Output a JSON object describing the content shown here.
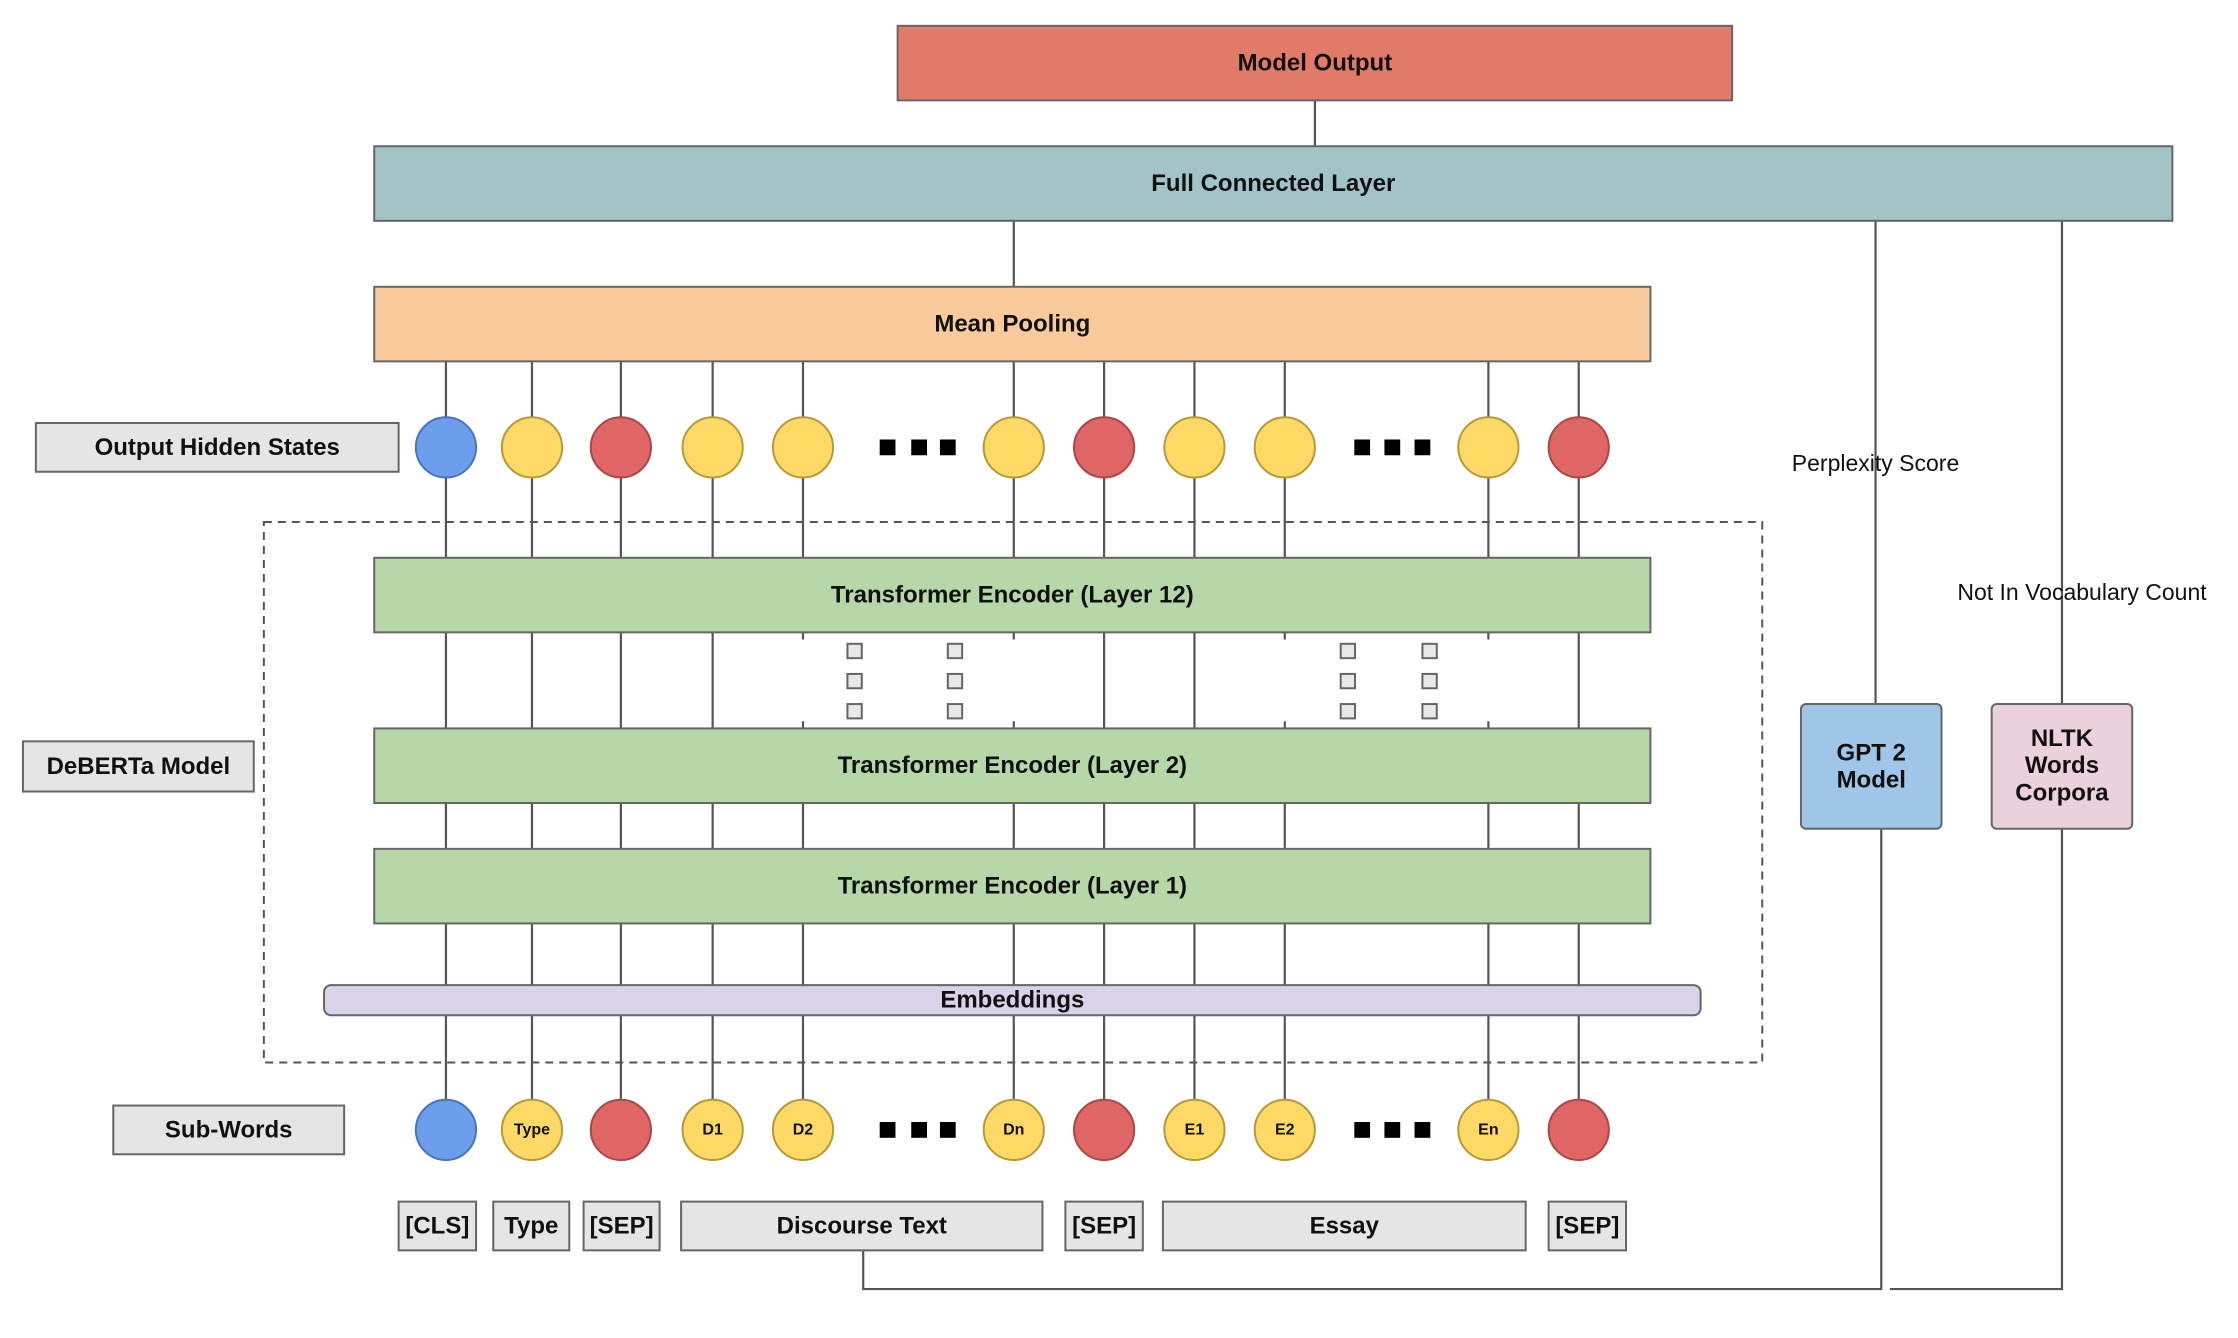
{
  "diagram": {
    "model_output": "Model Output",
    "fully_connected": "Full Connected Layer",
    "mean_pooling": "Mean Pooling",
    "output_hidden_states": "Output Hidden States",
    "deberta_model": "DeBERTa Model",
    "encoder_layer_12": "Transformer Encoder (Layer 12)",
    "encoder_layer_2": "Transformer Encoder (Layer 2)",
    "encoder_layer_1": "Transformer Encoder (Layer 1)",
    "embeddings": "Embeddings",
    "sub_words": "Sub-Words",
    "perplexity_score": "Perplexity Score",
    "not_in_vocab": "Not In Vocabulary Count",
    "gpt2_model": [
      "GPT 2",
      "Model"
    ],
    "nltk_corpora": [
      "NLTK",
      "Words",
      "Corpora"
    ]
  },
  "hidden_states": [
    "blue",
    "yellow",
    "red",
    "yellow",
    "yellow",
    "yellow",
    "red",
    "yellow",
    "yellow",
    "yellow",
    "red"
  ],
  "sub_words": [
    {
      "label": "",
      "color": "blue"
    },
    {
      "label": "Type",
      "color": "yellow"
    },
    {
      "label": "",
      "color": "red"
    },
    {
      "label": "D1",
      "color": "yellow"
    },
    {
      "label": "D2",
      "color": "yellow"
    },
    {
      "label": "Dn",
      "color": "yellow"
    },
    {
      "label": "",
      "color": "red"
    },
    {
      "label": "E1",
      "color": "yellow"
    },
    {
      "label": "E2",
      "color": "yellow"
    },
    {
      "label": "En",
      "color": "yellow"
    },
    {
      "label": "",
      "color": "red"
    }
  ],
  "segments": [
    "[CLS]",
    "Type",
    "[SEP]",
    "Discourse Text",
    "[SEP]",
    "Essay",
    "[SEP]"
  ],
  "colors": {
    "model_output": "#e07b6a",
    "fully_connected": "#a2c4c9",
    "mean_pooling": "#f9cb9c",
    "encoder": "#b6d7a8",
    "embeddings": "#d9d2e9",
    "label_box": "#e5e5e5",
    "gpt2": "#9fc5e8",
    "nltk": "#ead1dc",
    "token_blue": "#6d9eeb",
    "token_yellow": "#ffd966",
    "token_red": "#e06666"
  }
}
